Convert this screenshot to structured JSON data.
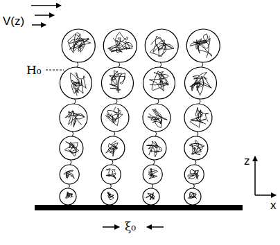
{
  "diagram": {
    "labels": [
      "V(z)",
      "H₀",
      "z",
      "x",
      "ξ₀"
    ]
  }
}
